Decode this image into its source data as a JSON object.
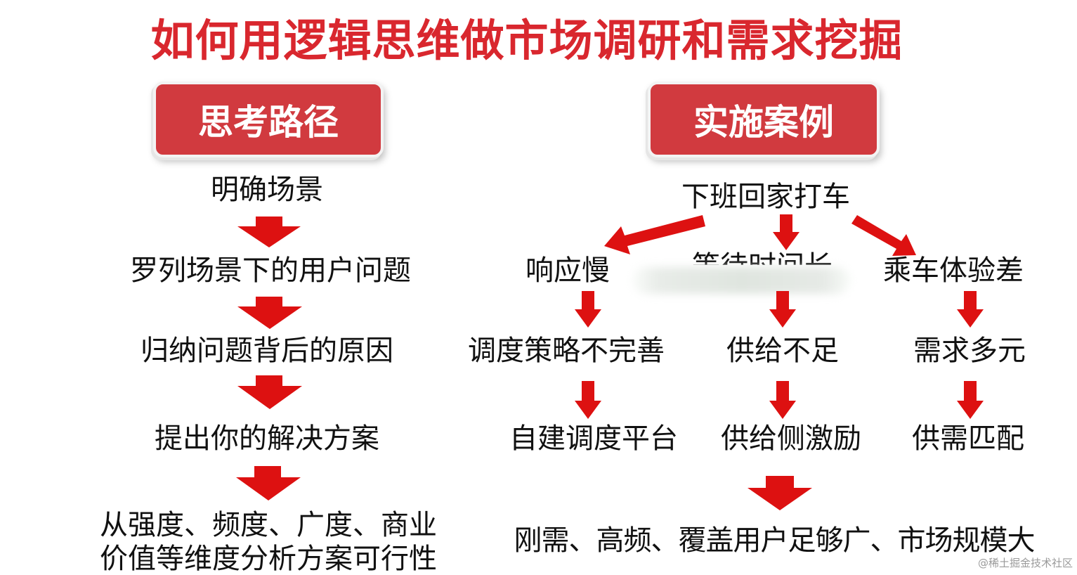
{
  "title": "如何用逻辑思维做市场调研和需求挖掘",
  "headers": {
    "left": "思考路径",
    "right": "实施案例"
  },
  "left_flow": [
    "明确场景",
    "罗列场景下的用户问题",
    "归纳问题背后的原因",
    "提出你的解决方案",
    "从强度、频度、广度、商业",
    "价值等维度分析方案可行性"
  ],
  "right_flow": {
    "root": "下班回家打车",
    "problems": [
      "响应慢",
      "等待时间长",
      "乘车体验差"
    ],
    "causes": [
      "调度策略不完善",
      "供给不足",
      "需求多元"
    ],
    "solutions": [
      "自建调度平台",
      "供给侧激励",
      "供需匹配"
    ],
    "conclusion": "刚需、高频、覆盖用户足够广、市场规模大"
  },
  "watermark": "@稀土掘金技术社区",
  "colors": {
    "title": "#d9272e",
    "header_bg": "#d13a3f",
    "arrow": "#dd1111"
  }
}
